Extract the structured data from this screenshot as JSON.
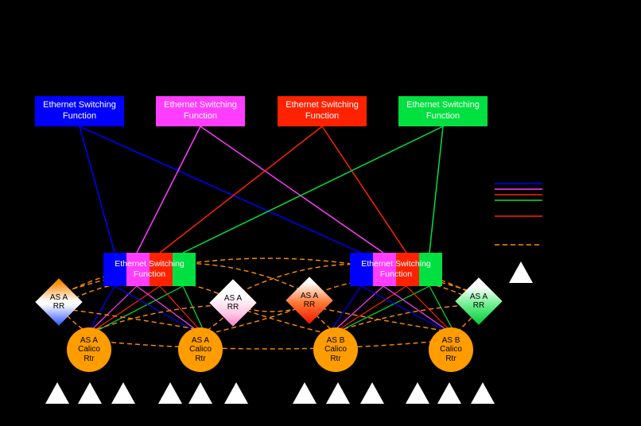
{
  "colors": {
    "vlan_blue": "#0000ff",
    "vlan_magenta": "#ff3dff",
    "vlan_red": "#ff2200",
    "vlan_green": "#00e040",
    "bgp_session_orange": "#ff8c00",
    "router_orange": "#ff9c00",
    "workload_white": "#ffffff"
  },
  "top_switches": [
    {
      "label": "Ethernet Switching Function"
    },
    {
      "label": "Ethernet Switching Function"
    },
    {
      "label": "Ethernet Switching Function"
    },
    {
      "label": "Ethernet Switching Function"
    }
  ],
  "mid_switches": [
    {
      "label": "Ethernet Switching Function"
    },
    {
      "label": "Ethernet Switching Function"
    }
  ],
  "route_reflectors": [
    {
      "label": "AS A\nRR"
    },
    {
      "label": "AS A\nRR"
    },
    {
      "label": "AS A\nRR"
    },
    {
      "label": "AS A\nRR"
    }
  ],
  "routers": [
    {
      "label": "AS A\nCalico\nRtr"
    },
    {
      "label": "AS A\nCalico\nRtr"
    },
    {
      "label": "AS B\nCalico\nRtr"
    },
    {
      "label": "AS B\nCalico\nRtr"
    }
  ]
}
